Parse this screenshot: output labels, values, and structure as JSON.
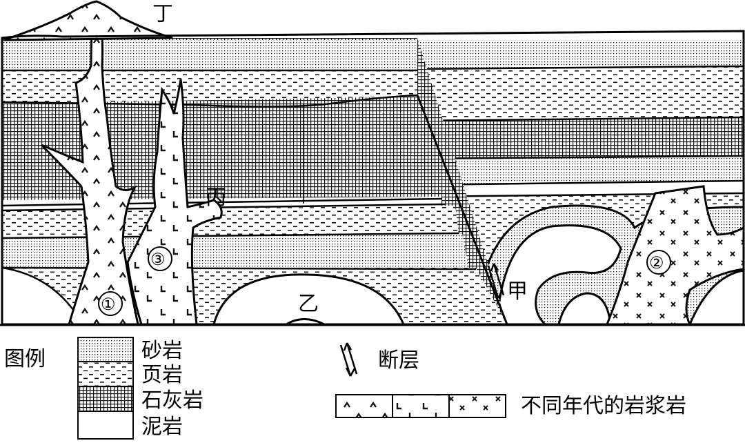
{
  "labels": {
    "ding": "丁",
    "bing": "丙",
    "yi": "乙",
    "jia": "甲",
    "one": "①",
    "two": "②",
    "three": "③"
  },
  "legend": {
    "title": "图例",
    "rocks": [
      {
        "id": "sandstone",
        "label": "砂岩"
      },
      {
        "id": "shale",
        "label": "页岩"
      },
      {
        "id": "limestone",
        "label": "石灰岩"
      },
      {
        "id": "mudstone",
        "label": "泥岩"
      }
    ],
    "fault": "断层",
    "magma": "不同年代的岩浆岩"
  }
}
